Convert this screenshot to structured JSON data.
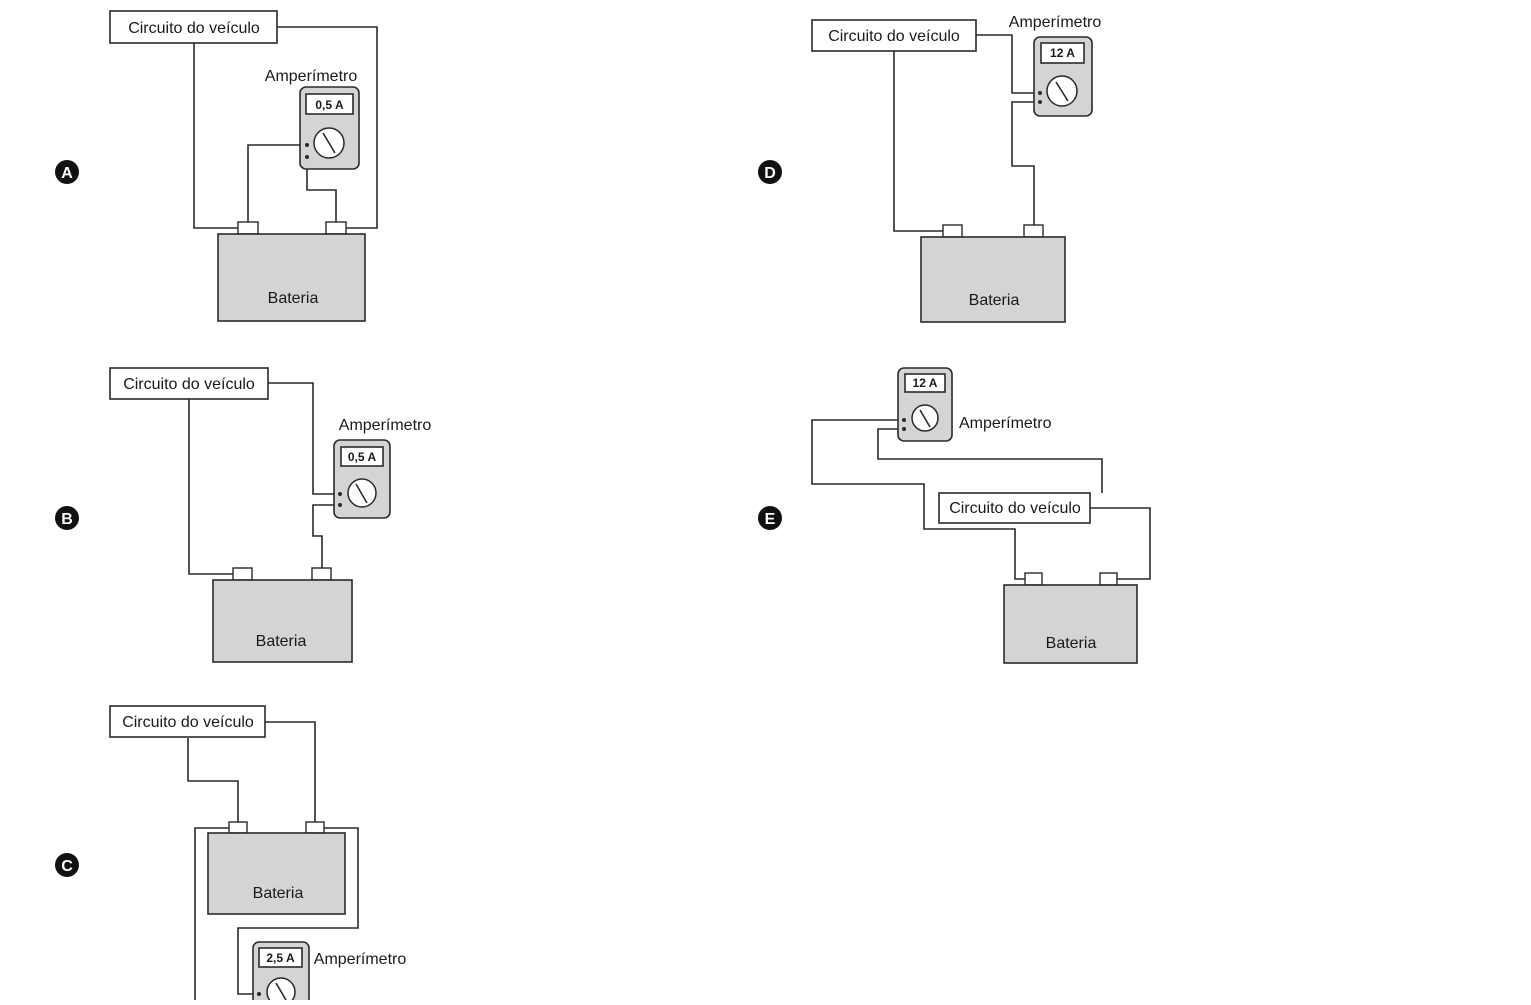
{
  "options": [
    {
      "letter": "A",
      "circuit_label": "Circuito do veículo",
      "meter_label": "Amperímetro",
      "meter_reading": "0,5 A",
      "battery_label": "Bateria"
    },
    {
      "letter": "B",
      "circuit_label": "Circuito do veículo",
      "meter_label": "Amperímetro",
      "meter_reading": "0,5 A",
      "battery_label": "Bateria"
    },
    {
      "letter": "C",
      "circuit_label": "Circuito do veículo",
      "meter_label": "Amperímetro",
      "meter_reading": "2,5 A",
      "battery_label": "Bateria"
    },
    {
      "letter": "D",
      "circuit_label": "Circuito do veículo",
      "meter_label": "Amperímetro",
      "meter_reading": "12 A",
      "battery_label": "Bateria"
    },
    {
      "letter": "E",
      "circuit_label": "Circuito do veículo",
      "meter_label": "Amperímetro",
      "meter_reading": "12 A",
      "battery_label": "Bateria"
    }
  ]
}
